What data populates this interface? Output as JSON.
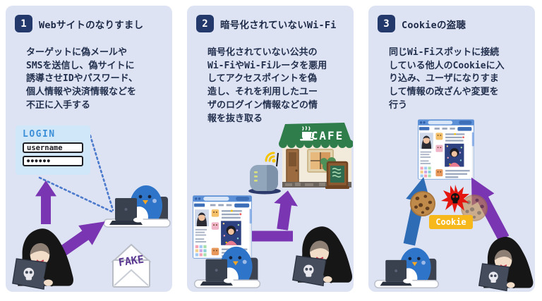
{
  "panels": [
    {
      "number": "1",
      "title": "Webサイトのなりすまし",
      "body": "ターゲットに偽メールや\nSMSを送信し、偽サイトに\n誘導させIDやパスワード、\n個人情報や決済情報などを\n不正に入手する",
      "login_card": {
        "title": "LOGIN",
        "username": "username",
        "password": "●●●●●●"
      },
      "fake_label": "FAKE"
    },
    {
      "number": "2",
      "title": "暗号化されていないWi-Fi",
      "body": "暗号化されていない公共の\nWi-FiやWi-Fiルータを悪用\nしてアクセスポイントを偽\n造し、それを利用したユー\nザのログイン情報などの情\n報を抜き取る",
      "cafe_sign": "CAFE"
    },
    {
      "number": "3",
      "title": "Cookieの盗聴",
      "body": "同じWi-Fiスポットに接続\nしている他人のCookieに入\nり込み、ユーザになりすま\nして情報の改ざんや変更を\n行う",
      "cookie_label": "Cookie"
    }
  ],
  "colors": {
    "panel_bg": "#dee3f3",
    "badge_bg": "#24396b",
    "title_text": "#1c2947",
    "body_text": "#22304e",
    "arrow_purple": "#7a35b2",
    "arrow_blue": "#2e6cb5",
    "dotted_line_blue": "#4b79cc",
    "cookie_badge_bg": "#f6b81a",
    "login_card_bg": "#cfe7f8",
    "login_title_blue": "#3d8fd8",
    "fake_text_purple": "#5d3a92",
    "cafe_green": "#2e7d4a"
  }
}
